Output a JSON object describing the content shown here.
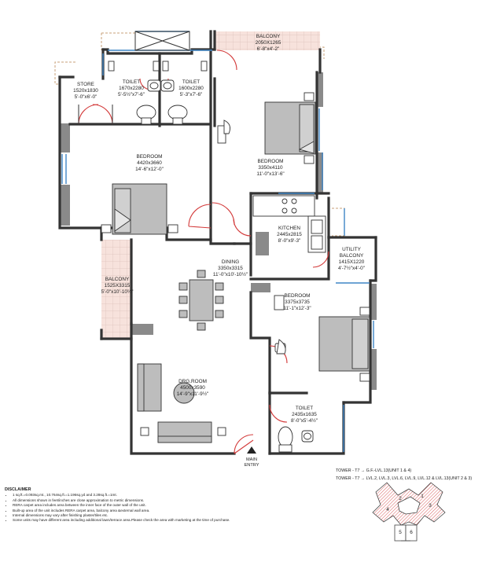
{
  "rooms": {
    "balcony_top": {
      "name": "BALCONY",
      "dims": "2050X1265",
      "feet": "6'-8\"x4'-2\""
    },
    "store": {
      "name": "STORE",
      "dims": "1520x1830",
      "feet": "5'-0\"x6'-0\""
    },
    "toilet_1": {
      "name": "TOILET",
      "dims": "1670x2280",
      "feet": "5'-5½\"x7'-6\""
    },
    "toilet_2": {
      "name": "TOILET",
      "dims": "1600x2280",
      "feet": "5'-3\"x7'-6\""
    },
    "bedroom_1": {
      "name": "BEDROOM",
      "dims": "4420x3660",
      "feet": "14'-6\"x12'-0\""
    },
    "bedroom_2": {
      "name": "BEDROOM",
      "dims": "3350x4110",
      "feet": "11'-0\"x13'-6\""
    },
    "kitchen": {
      "name": "KITCHEN",
      "dims": "2445x2815",
      "feet": "8'-0\"x9'-3\""
    },
    "utility": {
      "name": "UTILITY BALCONY",
      "dims": "1415X1220",
      "feet": "4'-7½\"x4'-0\""
    },
    "dining": {
      "name": "DINING",
      "dims": "3350x3315",
      "feet": "11'-0\"x10'-10½\""
    },
    "balcony_left": {
      "name": "BALCONY",
      "dims": "1525X3315",
      "feet": "5'-0\"x10'-10½\""
    },
    "bedroom_3": {
      "name": "BEDROOM",
      "dims": "3375x3735",
      "feet": "11'-1\"x12'-3\""
    },
    "drawing": {
      "name": "DRG.ROOM",
      "dims": "4500x3590",
      "feet": "14'-9\"x11'-9½\""
    },
    "toilet_3": {
      "name": "TOILET",
      "dims": "2435x1635",
      "feet": "8'-0\"x5'-4½\""
    }
  },
  "entry": {
    "line1": "MAIN",
    "line2": "ENTRY"
  },
  "disclaimer": {
    "title": "DISCLAIMER",
    "items": [
      "1 sq.ft.=0.093sq.mt., 10.764sq.ft.=1.196sq.yd and 3.28sq.ft.=1mt.",
      "All dimensions shown in feet/inches are close approximation to metric dimensions.",
      "RERA carpet area includes area between the inner face of the outer wall of the unit.",
      "Built-up area of the unit includes RERA carpet area, balcony area &external wall area.",
      "Internal dimensions may vary after finishing plaster/tiles etc.",
      "Some units may have different area including additional lawn/terrace area.Please check the area with marketing at the time of purchase."
    ]
  },
  "towers": {
    "line1": "TOWER - T7 → G.F.-LVL.13(UNIT 1 & 4)",
    "line2": "TOWER - T7 → LVL.2, LVL.3, LVL.6, LVL.9, LVL.12 & LVL.13(UNIT 2 & 3)"
  },
  "key_plan": {
    "units": [
      "1",
      "2",
      "3",
      "4",
      "5",
      "6"
    ]
  },
  "colors": {
    "wall": "#333333",
    "wall_grey": "#8a8a8a",
    "door": "#d33a3a",
    "window": "#3f86c6",
    "balcony_fill": "#f6ddd6",
    "hatch": "#d44a4a",
    "furniture": "#bdbdbd"
  }
}
